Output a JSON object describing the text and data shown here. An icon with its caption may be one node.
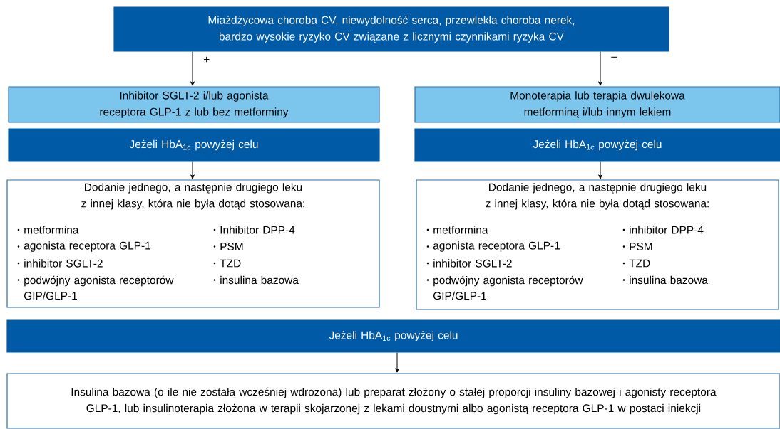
{
  "diagram": {
    "nodes": [
      {
        "text": [
          "Miażdżycowa choroba CV, niewydolność serca, przewlekła choroba nerek, bardzo wysokie ryzyko CV związane z licznymi czynnikami ryzyka CV"
        ]
      },
      {
        "text": [
          "Inhibitor SGLT-2 i/lub agonista receptora GLP-1 z lub bez metforminy"
        ]
      },
      {
        "text": [
          "Jeżeli HbA$_{1c}$ powyżej celu"
        ]
      },
      {
        "text": [
          "Monoterapia lub terapia dwulekowa metforminą i/lub innym lekiem"
        ]
      },
      {
        "text": [
          "Jeżeli HbA$_{1c}$ powyżej celu"
        ]
      },
      {
        "text": [
          "Dodanie jednego, a następnie drugiego leku z innej klasy, która nie była dotąd stosowana:",
          "metformina",
          "agonista receptora GLP-1",
          "inhibitor SGLT-2",
          "podwójny agonista receptorów GIP/GLP-1",
          "Inhibitor DPP-4",
          "PSM",
          "TZD",
          "insulina bazowa"
        ]
      },
      {
        "text": [
          "Dodanie jednego, a następnie drugiego leku z innej klasy, która nie była dotąd stosowana:",
          "metformina",
          "agonista receptora GLP-1",
          "inhibitor SGLT-2",
          "podwójny agonista receptorów GIP/GLP-1",
          "inhibitor DPP-4",
          "PSM",
          "TZD",
          "insulina bazowa"
        ]
      },
      {
        "text": [
          "Jeżeli HbA$_{1c}$ powyżej celu"
        ]
      },
      {
        "text": [
          "Insulina bazowa (o ile nie została wcześniej wdrożona) lub preparat złożony o stałej proporcji insuliny bazowej i agonisty receptora GLP-1, lub insulinoterapia złożona w terapii skojarzonej z lekami doustnymi albo agonistą receptora GLP-1 w postaci iniekcji"
        ]
      }
    ],
    "edges": [
      {
        "from": 0,
        "to": 1,
        "arrow": "to",
        "label": "+"
      },
      {
        "from": 0,
        "to": 3,
        "arrow": "to",
        "label": "–"
      },
      {
        "from": 2,
        "to": 5,
        "arrow": "to"
      },
      {
        "from": 4,
        "to": 6,
        "arrow": "to"
      },
      {
        "from": 7,
        "to": 8,
        "arrow": "to"
      }
    ]
  }
}
